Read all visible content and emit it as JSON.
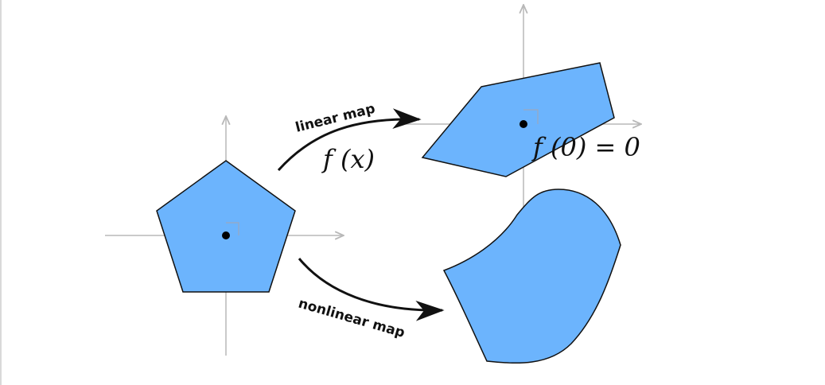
{
  "colors": {
    "shape_fill": "#6cb4fd",
    "shape_stroke": "#111111",
    "axis": "#b8b8b8",
    "arrow": "#111111",
    "text": "#111111"
  },
  "labels": {
    "linear_map": "linear map",
    "linear_function": "f (x)",
    "linear_condition": "f (0) = 0",
    "nonlinear_map": "nonlinear map"
  }
}
